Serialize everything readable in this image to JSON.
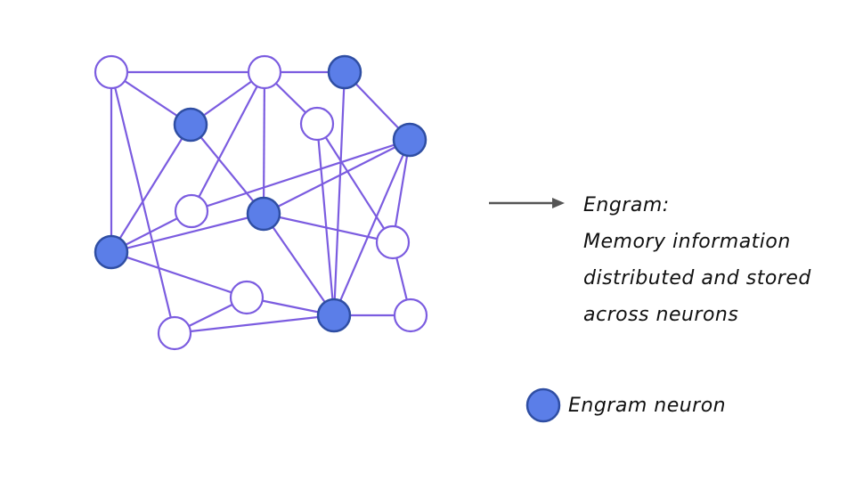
{
  "caption": {
    "title": "Engram:",
    "line1": "Memory information",
    "line2": "distributed and stored",
    "line3": "across neurons"
  },
  "legend": {
    "label": "Engram neuron"
  },
  "colors": {
    "edge": "#7b5ce0",
    "engram_fill": "#5b7ee8",
    "engram_stroke": "#2f4ea3",
    "plain_fill": "#ffffff",
    "plain_stroke": "#7b5ce0",
    "arrow": "#555555"
  },
  "network": {
    "nodes": [
      {
        "id": "n1",
        "engram": false
      },
      {
        "id": "n2",
        "engram": false
      },
      {
        "id": "n3",
        "engram": true
      },
      {
        "id": "n4",
        "engram": true
      },
      {
        "id": "n5",
        "engram": false
      },
      {
        "id": "n6",
        "engram": true
      },
      {
        "id": "n7",
        "engram": false
      },
      {
        "id": "n8",
        "engram": true
      },
      {
        "id": "n9",
        "engram": true
      },
      {
        "id": "n10",
        "engram": false
      },
      {
        "id": "n11",
        "engram": false
      },
      {
        "id": "n12",
        "engram": false
      },
      {
        "id": "n13",
        "engram": true
      },
      {
        "id": "n14",
        "engram": false
      }
    ],
    "edges": [
      [
        "n1",
        "n2"
      ],
      [
        "n1",
        "n4"
      ],
      [
        "n1",
        "n9"
      ],
      [
        "n1",
        "n12"
      ],
      [
        "n2",
        "n4"
      ],
      [
        "n2",
        "n3"
      ],
      [
        "n2",
        "n8"
      ],
      [
        "n2",
        "n5"
      ],
      [
        "n2",
        "n7"
      ],
      [
        "n4",
        "n9"
      ],
      [
        "n4",
        "n8"
      ],
      [
        "n3",
        "n13"
      ],
      [
        "n3",
        "n6"
      ],
      [
        "n5",
        "n13"
      ],
      [
        "n5",
        "n10"
      ],
      [
        "n6",
        "n8"
      ],
      [
        "n6",
        "n10"
      ],
      [
        "n6",
        "n13"
      ],
      [
        "n6",
        "n7"
      ],
      [
        "n7",
        "n9"
      ],
      [
        "n8",
        "n9"
      ],
      [
        "n8",
        "n13"
      ],
      [
        "n8",
        "n10"
      ],
      [
        "n9",
        "n11"
      ],
      [
        "n10",
        "n14"
      ],
      [
        "n11",
        "n12"
      ],
      [
        "n11",
        "n13"
      ],
      [
        "n12",
        "n13"
      ],
      [
        "n13",
        "n14"
      ]
    ]
  }
}
